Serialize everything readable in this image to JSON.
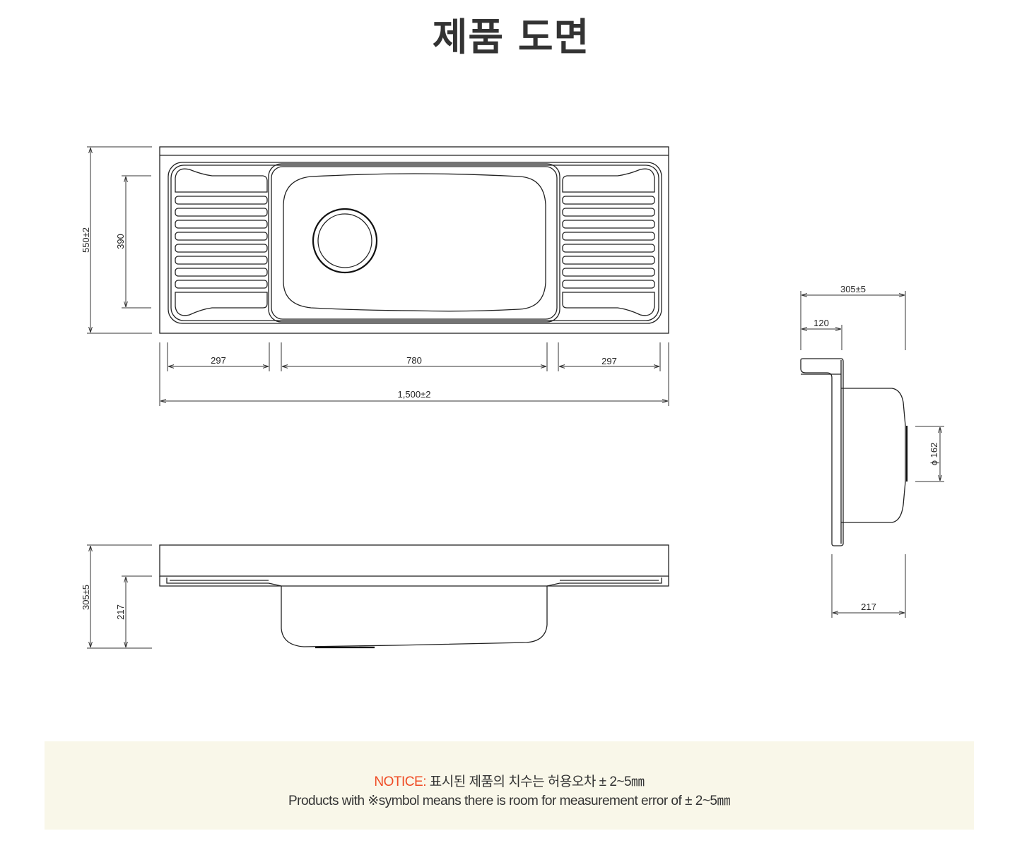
{
  "title": "제품 도면",
  "dimensions": {
    "top_height": "550±2",
    "top_inner_height": "390",
    "left_drainboard": "297",
    "bowl_width": "780",
    "right_drainboard": "297",
    "total_width": "1,500±2",
    "front_height": "305±5",
    "front_bowl_depth": "217",
    "side_width": "305±5",
    "side_flange": "120",
    "side_drain": "ϕ 162",
    "side_bowl_depth": "217"
  },
  "notice": {
    "label": "NOTICE:",
    "korean": "표시된 제품의 치수는 허용오차  ± 2~5㎜",
    "english": "Products with ※symbol means there is room for measurement error of  ± 2~5㎜"
  },
  "colors": {
    "notice_label": "#ef4b24",
    "notice_bg": "#f9f7e9"
  }
}
